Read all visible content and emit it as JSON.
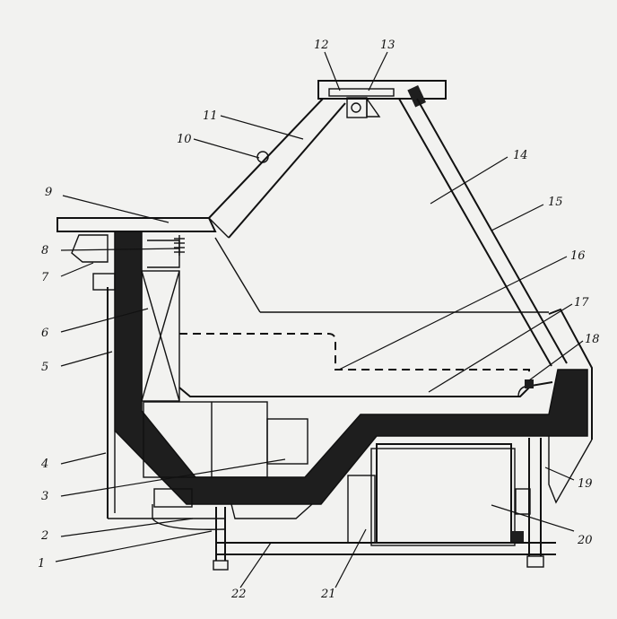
{
  "diagram": {
    "labels": [
      "1",
      "2",
      "3",
      "4",
      "5",
      "6",
      "7",
      "8",
      "9",
      "10",
      "11",
      "12",
      "13",
      "14",
      "15",
      "16",
      "17",
      "18",
      "19",
      "20",
      "21",
      "22"
    ],
    "colors": {
      "background": "#f2f2f0",
      "line": "#111111",
      "insulation": "#1e1e1e"
    }
  }
}
